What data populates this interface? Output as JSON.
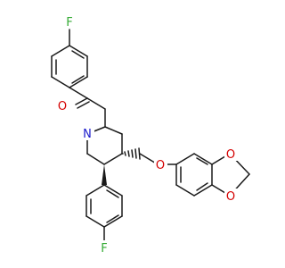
{
  "molecule": {
    "colors": {
      "bond": "#1a1a1a",
      "carbon": "#1a1a1a",
      "oxygen": "#d40000",
      "nitrogen": "#1a1acc",
      "fluorine": "#33aa33"
    },
    "atoms": {
      "F1": "F",
      "O1": "O",
      "N1": "N",
      "O2": "O",
      "O3": "O",
      "O4": "O",
      "F2": "F"
    }
  }
}
